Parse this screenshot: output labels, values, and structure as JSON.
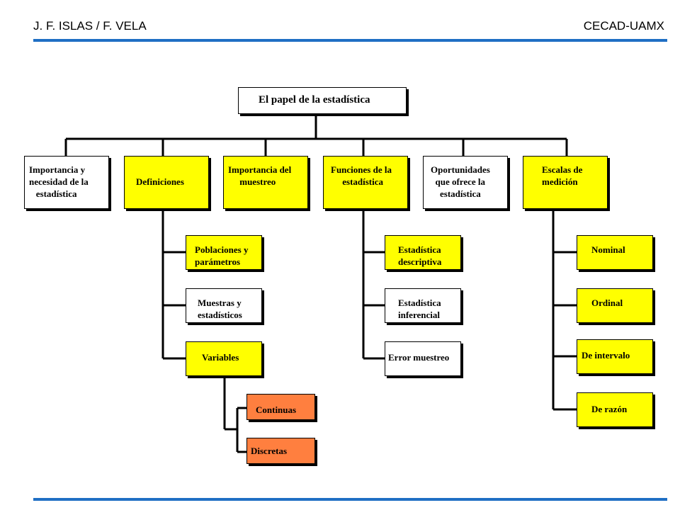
{
  "header": {
    "left": "J. F. ISLAS / F. VELA",
    "right": "CECAD-UAMX"
  },
  "colors": {
    "rule": "#1f6fc4",
    "yellow": "#ffff00",
    "orange": "#ff7f3f"
  },
  "diagram": {
    "root": "El papel de la estadística",
    "level1": [
      "Importancia y\nnecesidad de la\n   estadística",
      "Definiciones",
      "Importancia del\n     muestreo",
      "Funciones de la\n     estadística",
      "Oportunidades\n  que ofrece la\n    estadística",
      "Escalas de\nmedición"
    ],
    "definiciones": [
      "Poblaciones y\nparámetros",
      "Muestras y\nestadísticos",
      "Variables"
    ],
    "variables": [
      "Continuas",
      "Discretas"
    ],
    "funciones": [
      "Estadística\ndescriptiva",
      "Estadística\ninferencial",
      "Error muestreo"
    ],
    "escalas": [
      "Nominal",
      "Ordinal",
      "De intervalo",
      "De razón"
    ]
  }
}
